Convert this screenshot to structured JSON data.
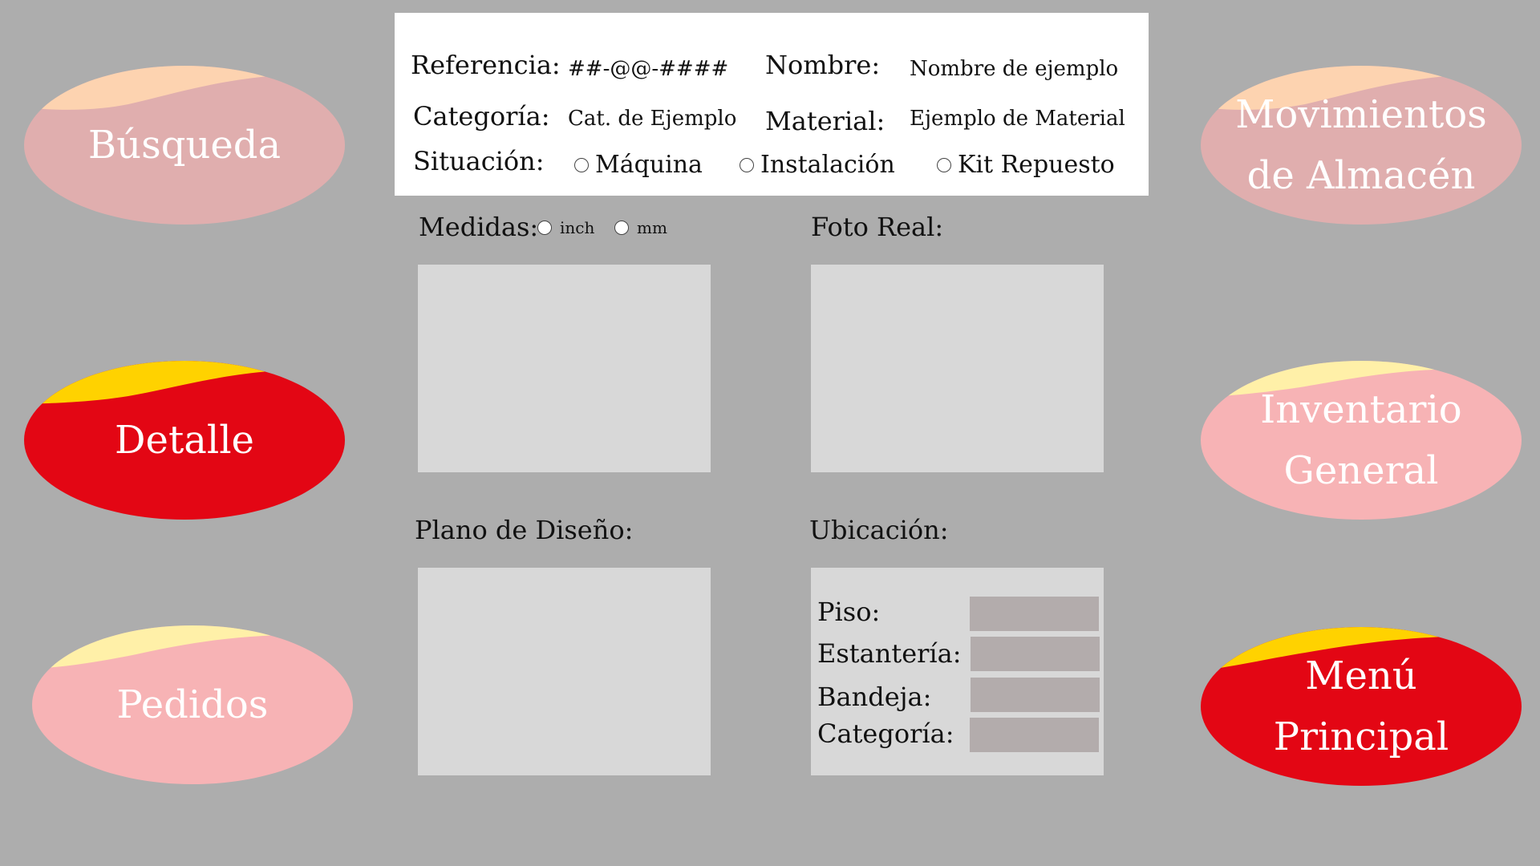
{
  "nav": {
    "busqueda": "Búsqueda",
    "detalle": "Detalle",
    "pedidos": "Pedidos",
    "movimientos": "Movimientos\nde Almacén",
    "inventario": "Inventario\nGeneral",
    "menu": "Menú\nPrincipal"
  },
  "header": {
    "referencia_label": "Referencia:",
    "referencia_value": "##-@@-####",
    "nombre_label": "Nombre:",
    "nombre_value": "Nombre de ejemplo",
    "categoria_label": "Categoría:",
    "categoria_value": "Cat. de Ejemplo",
    "material_label": "Material:",
    "material_value": "Ejemplo de Material",
    "situacion_label": "Situación:",
    "situacion_options": [
      "Máquina",
      "Instalación",
      "Kit Repuesto"
    ]
  },
  "medidas": {
    "label": "Medidas:",
    "options": [
      "inch",
      "mm"
    ]
  },
  "sections": {
    "foto_real": "Foto Real:",
    "plano": "Plano de Diseño:",
    "ubicacion": "Ubicación:"
  },
  "ubicacion_fields": [
    "Piso:",
    "Estantería:",
    "Bandeja:",
    "Categoría:"
  ],
  "colors": {
    "background": "#adadad",
    "active_red": "#e30614",
    "accent_yellow": "#ffd200",
    "light_pink": "#f7b3b5",
    "faded_pink": "#e0aeae",
    "panel_gray": "#d8d8d8",
    "field_gray": "#b3acac"
  }
}
